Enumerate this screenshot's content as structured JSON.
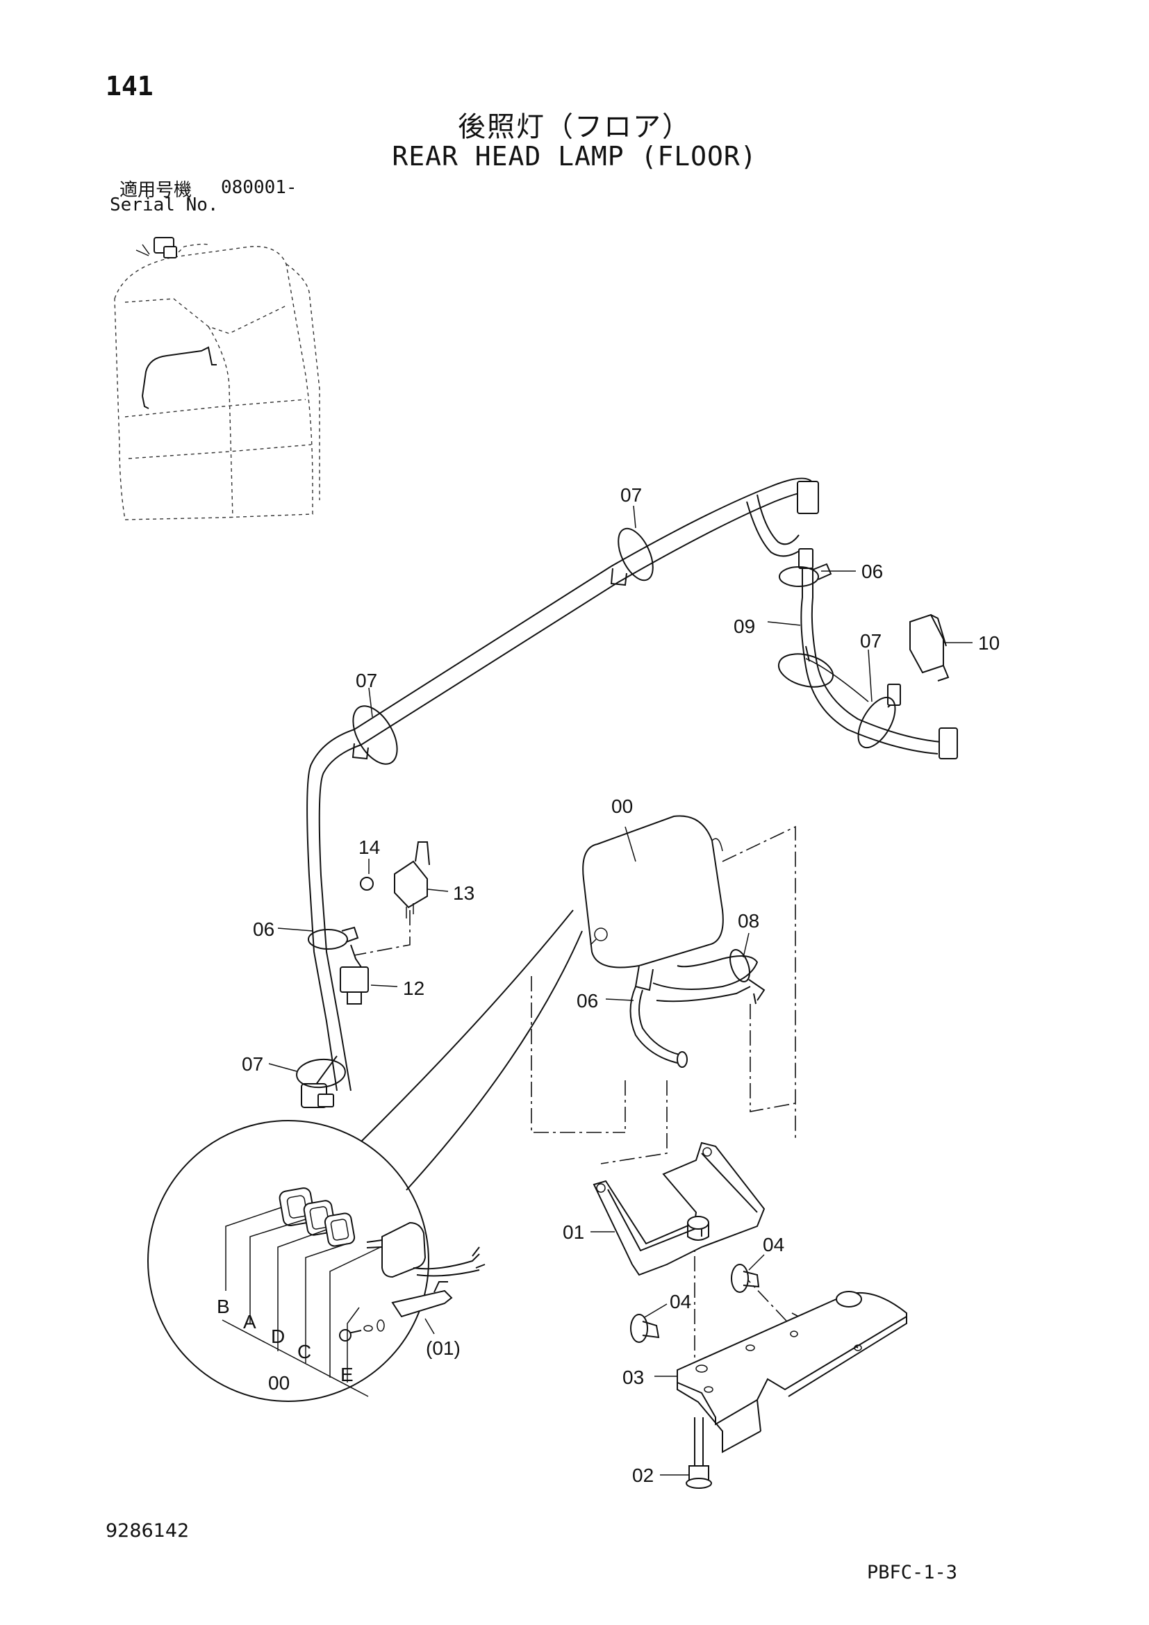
{
  "header": {
    "page_number": "141",
    "title_jp": "後照灯（フロア）",
    "title_en": "REAR HEAD LAMP (FLOOR)",
    "serial_label_jp": "適用号機",
    "serial_value": "080001-",
    "serial_label_en": "Serial No."
  },
  "callouts": {
    "c07_top": "07",
    "c06_right": "06",
    "c09": "09",
    "c07_right": "07",
    "c10": "10",
    "c07_left": "07",
    "c00_lamp": "00",
    "c14": "14",
    "c13": "13",
    "c08": "08",
    "c06_left": "06",
    "c12": "12",
    "c06_lamp": "06",
    "c07_bottom": "07",
    "c01": "01",
    "c04_upper": "04",
    "c04_lower": "04",
    "c03": "03",
    "c02": "02"
  },
  "detail": {
    "b": "B",
    "a": "A",
    "d": "D",
    "c": "C",
    "e": "E",
    "zero": "00",
    "bracket_ref": "(01)"
  },
  "footer": {
    "doc_number": "9286142",
    "page_code": "PBFC-1-3"
  }
}
